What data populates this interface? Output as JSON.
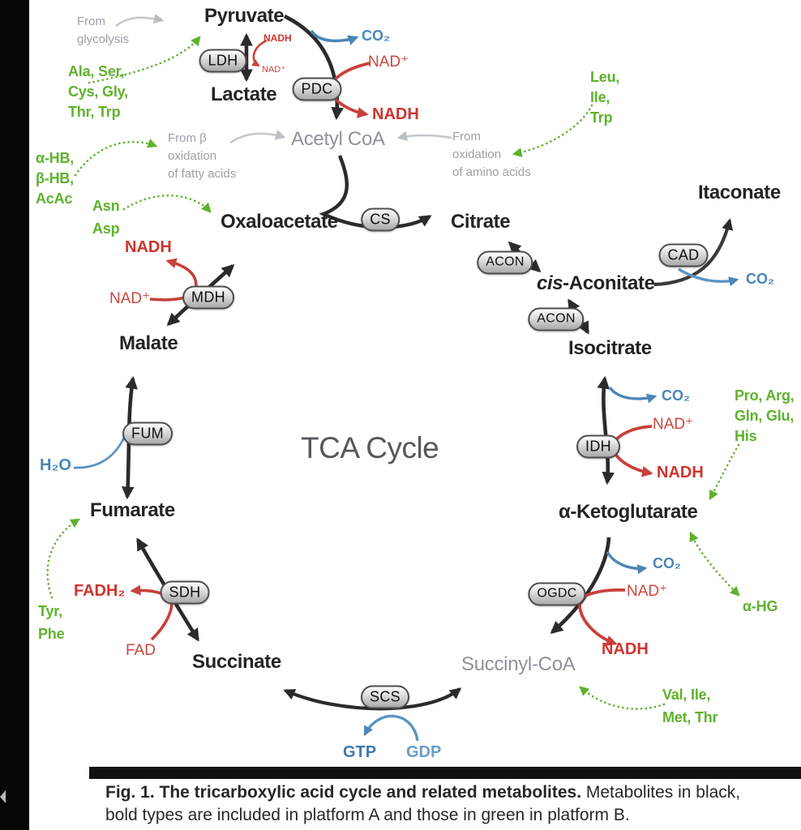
{
  "title": "TCA Cycle",
  "metabolites": {
    "pyruvate": "Pyruvate",
    "lactate": "Lactate",
    "acetyl_coa": "Acetyl CoA",
    "oxaloacetate": "Oxaloacetate",
    "citrate": "Citrate",
    "cis_prefix": "cis",
    "aconitate_suffix": "-Aconitate",
    "itaconate": "Itaconate",
    "isocitrate": "Isocitrate",
    "alpha_ketoglutarate": "α-Ketoglutarate",
    "succinyl_coa": "Succinyl-CoA",
    "succinate": "Succinate",
    "fumarate": "Fumarate",
    "malate": "Malate"
  },
  "enzymes": {
    "ldh": "LDH",
    "pdc": "PDC",
    "cs": "CS",
    "acon_top": "ACON",
    "acon_bottom": "ACON",
    "cad": "CAD",
    "idh": "IDH",
    "ogdc": "OGDC",
    "scs": "SCS",
    "sdh": "SDH",
    "fum": "FUM",
    "mdh": "MDH"
  },
  "cofactors": {
    "ldh_nadh": "NADH",
    "ldh_nad": "NAD⁺",
    "pdc_co2": "CO₂",
    "pdc_nad": "NAD⁺",
    "pdc_nadh": "NADH",
    "cad_co2": "CO₂",
    "idh_co2": "CO₂",
    "idh_nad": "NAD⁺",
    "idh_nadh": "NADH",
    "ogdc_co2": "CO₂",
    "ogdc_nad": "NAD⁺",
    "ogdc_nadh": "NADH",
    "scs_gtp": "GTP",
    "scs_gdp": "GDP",
    "sdh_fadh2": "FADH₂",
    "sdh_fad": "FAD",
    "fum_h2o": "H₂O",
    "mdh_nadh": "NADH",
    "mdh_nad": "NAD⁺"
  },
  "green_labels": {
    "pyruvate_sources": "Ala, Ser,\nCys, Gly,\nThr, Trp",
    "acetyl_sources": "Leu,\nIle,\nTrp",
    "ketone_bodies": "α-HB,\nβ-HB,\nAcAc",
    "oaa_sources": "Asn\nAsp",
    "akg_sources": "Pro, Arg,\nGln, Glu,\nHis",
    "alpha_hg": "α-HG",
    "succinyl_sources": "Val, Ile,\nMet, Thr",
    "fumarate_sources": "Tyr,\nPhe"
  },
  "gray_notes": {
    "from_glycolysis": "From\nglycolysis",
    "from_beta_oxidation": "From β\noxidation\nof fatty acids",
    "from_amino_oxidation": "From\noxidation\nof amino acids"
  },
  "caption": {
    "bold": "Fig. 1. The tricarboxylic acid cycle and related metabolites.",
    "line1_rest": "  Metabolites in black,",
    "line2": "bold types are included in platform A and those in green in platform B."
  },
  "colors": {
    "metabolite_black": "#222425",
    "metabolite_gray": "#8d939d",
    "green": "#5fb12d",
    "red_bold": "#ce342d",
    "red_light": "#c8483f",
    "blue": "#4a86b8",
    "note_gray": "#9aa1a8",
    "arrow_black": "#2b2b2b"
  }
}
